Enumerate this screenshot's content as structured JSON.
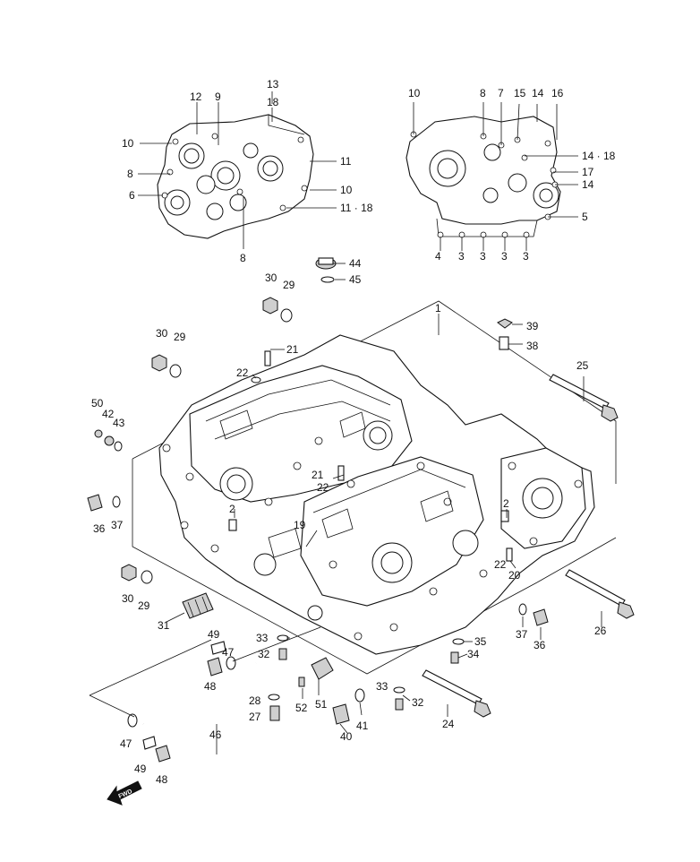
{
  "labels": [
    {
      "id": "l13",
      "text": "13"
    },
    {
      "id": "l18a",
      "text": "18"
    },
    {
      "id": "l12",
      "text": "12"
    },
    {
      "id": "l9",
      "text": "9"
    },
    {
      "id": "l10a",
      "text": "10"
    },
    {
      "id": "l8a",
      "text": "8"
    },
    {
      "id": "l6",
      "text": "6"
    },
    {
      "id": "l11a",
      "text": "11"
    },
    {
      "id": "l10b",
      "text": "10"
    },
    {
      "id": "l1118",
      "text": "11 · 18"
    },
    {
      "id": "l8b",
      "text": "8"
    },
    {
      "id": "l10c",
      "text": "10"
    },
    {
      "id": "l8c",
      "text": "8"
    },
    {
      "id": "l7",
      "text": "7"
    },
    {
      "id": "l15",
      "text": "15"
    },
    {
      "id": "l14a",
      "text": "14"
    },
    {
      "id": "l16",
      "text": "16"
    },
    {
      "id": "l1418",
      "text": "14 · 18"
    },
    {
      "id": "l17",
      "text": "17"
    },
    {
      "id": "l14b",
      "text": "14"
    },
    {
      "id": "l5",
      "text": "5"
    },
    {
      "id": "l4",
      "text": "4"
    },
    {
      "id": "l3a",
      "text": "3"
    },
    {
      "id": "l3b",
      "text": "3"
    },
    {
      "id": "l3c",
      "text": "3"
    },
    {
      "id": "l3d",
      "text": "3"
    },
    {
      "id": "l44",
      "text": "44"
    },
    {
      "id": "l45",
      "text": "45"
    },
    {
      "id": "l30a",
      "text": "30"
    },
    {
      "id": "l29a",
      "text": "29"
    },
    {
      "id": "l1",
      "text": "1"
    },
    {
      "id": "l39",
      "text": "39"
    },
    {
      "id": "l38",
      "text": "38"
    },
    {
      "id": "l30b",
      "text": "30"
    },
    {
      "id": "l29b",
      "text": "29"
    },
    {
      "id": "l21a",
      "text": "21"
    },
    {
      "id": "l22a",
      "text": "22"
    },
    {
      "id": "l25",
      "text": "25"
    },
    {
      "id": "l50",
      "text": "50"
    },
    {
      "id": "l42",
      "text": "42"
    },
    {
      "id": "l43",
      "text": "43"
    },
    {
      "id": "l21b",
      "text": "21"
    },
    {
      "id": "l22b",
      "text": "22"
    },
    {
      "id": "l36a",
      "text": "36"
    },
    {
      "id": "l37a",
      "text": "37"
    },
    {
      "id": "l2a",
      "text": "2"
    },
    {
      "id": "l2b",
      "text": "2"
    },
    {
      "id": "l19",
      "text": "19"
    },
    {
      "id": "l22c",
      "text": "22"
    },
    {
      "id": "l20",
      "text": "20"
    },
    {
      "id": "l30c",
      "text": "30"
    },
    {
      "id": "l29c",
      "text": "29"
    },
    {
      "id": "l31",
      "text": "31"
    },
    {
      "id": "l26",
      "text": "26"
    },
    {
      "id": "l37b",
      "text": "37"
    },
    {
      "id": "l36b",
      "text": "36"
    },
    {
      "id": "l49a",
      "text": "49"
    },
    {
      "id": "l47a",
      "text": "47"
    },
    {
      "id": "l48a",
      "text": "48"
    },
    {
      "id": "l33a",
      "text": "33"
    },
    {
      "id": "l32a",
      "text": "32"
    },
    {
      "id": "l35",
      "text": "35"
    },
    {
      "id": "l34",
      "text": "34"
    },
    {
      "id": "l28",
      "text": "28"
    },
    {
      "id": "l27",
      "text": "27"
    },
    {
      "id": "l52",
      "text": "52"
    },
    {
      "id": "l51",
      "text": "51"
    },
    {
      "id": "l33b",
      "text": "33"
    },
    {
      "id": "l32b",
      "text": "32"
    },
    {
      "id": "l41",
      "text": "41"
    },
    {
      "id": "l40",
      "text": "40"
    },
    {
      "id": "l24",
      "text": "24"
    },
    {
      "id": "l47b",
      "text": "47"
    },
    {
      "id": "l46",
      "text": "46"
    },
    {
      "id": "l49b",
      "text": "49"
    },
    {
      "id": "l48b",
      "text": "48"
    }
  ],
  "fwd_label": "FWD"
}
